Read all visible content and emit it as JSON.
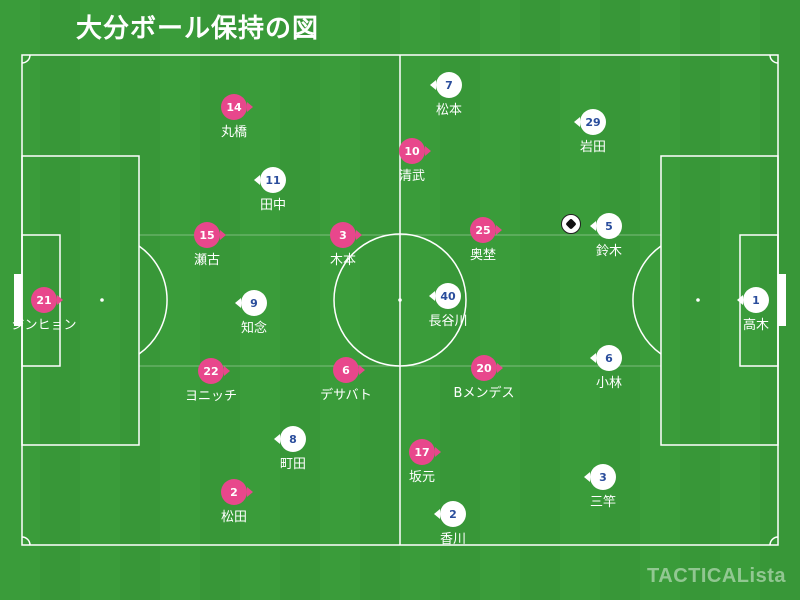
{
  "title": "大分ボール保持の図",
  "watermark": "TACTICALista",
  "colors": {
    "pitch": "#3a9c3a",
    "home": "#e8478c",
    "away": "#ffffff",
    "away_text": "#2a4d9c",
    "line": "#ffffff"
  },
  "home_team": [
    {
      "number": "14",
      "name": "丸橋"
    },
    {
      "number": "15",
      "name": "瀬古"
    },
    {
      "number": "21",
      "name": "ジンヒョン"
    },
    {
      "number": "22",
      "name": "ヨニッチ"
    },
    {
      "number": "2",
      "name": "松田"
    },
    {
      "number": "3",
      "name": "木本"
    },
    {
      "number": "6",
      "name": "デサバト"
    },
    {
      "number": "10",
      "name": "清武"
    },
    {
      "number": "25",
      "name": "奥埜"
    },
    {
      "number": "20",
      "name": "Bメンデス"
    },
    {
      "number": "17",
      "name": "坂元"
    }
  ],
  "away_team": [
    {
      "number": "7",
      "name": "松本"
    },
    {
      "number": "29",
      "name": "岩田"
    },
    {
      "number": "11",
      "name": "田中"
    },
    {
      "number": "5",
      "name": "鈴木"
    },
    {
      "number": "9",
      "name": "知念"
    },
    {
      "number": "40",
      "name": "長谷川"
    },
    {
      "number": "1",
      "name": "高木"
    },
    {
      "number": "6",
      "name": "小林"
    },
    {
      "number": "8",
      "name": "町田"
    },
    {
      "number": "3",
      "name": "三竿"
    },
    {
      "number": "2",
      "name": "香川"
    }
  ]
}
